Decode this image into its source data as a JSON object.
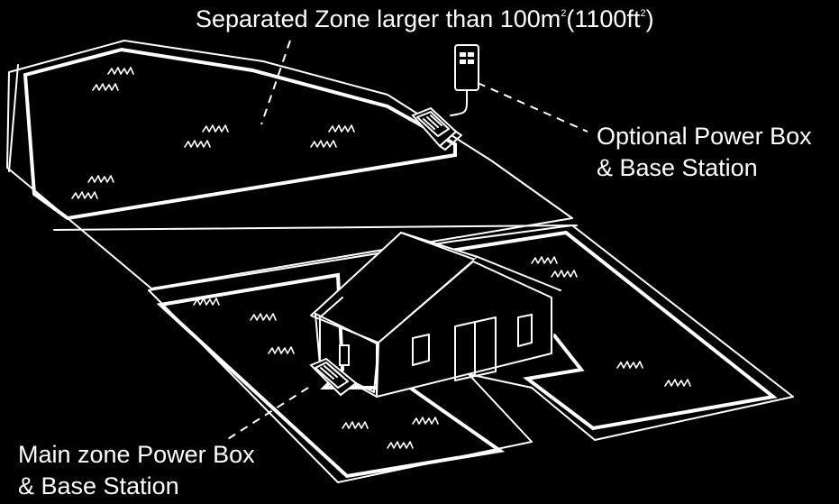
{
  "labels": {
    "separated_zone_prefix": "Separated Zone larger than 100m",
    "separated_zone_sup1": "2",
    "separated_zone_mid": "(1100ft",
    "separated_zone_sup2": "2",
    "separated_zone_suffix": ")",
    "optional_line1": "Optional Power Box",
    "optional_line2": "& Base Station",
    "main_line1": "Main zone Power Box",
    "main_line2": "& Base Station"
  },
  "colors": {
    "background": "#000000",
    "line": "#ffffff"
  },
  "icons": [
    "grass-tuft-icon",
    "power-box-icon",
    "base-station-mower-icon",
    "house-icon"
  ]
}
